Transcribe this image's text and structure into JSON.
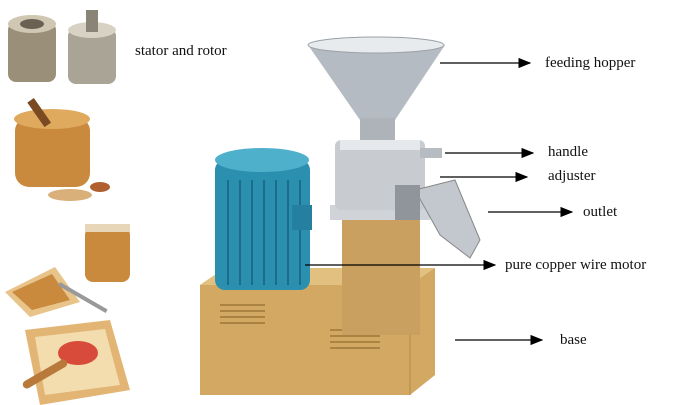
{
  "labels": {
    "stator_rotor": "stator and rotor",
    "feeding_hopper": "feeding hopper",
    "handle": "handle",
    "adjuster": "adjuster",
    "outlet": "outlet",
    "motor": "pure copper wire motor",
    "base": "base"
  },
  "colors": {
    "motor": "#2b8fb0",
    "base": "#d2a863",
    "steel": "#c8ccd0",
    "peanut_butter": "#c98a3e",
    "arrow": "#000000"
  }
}
